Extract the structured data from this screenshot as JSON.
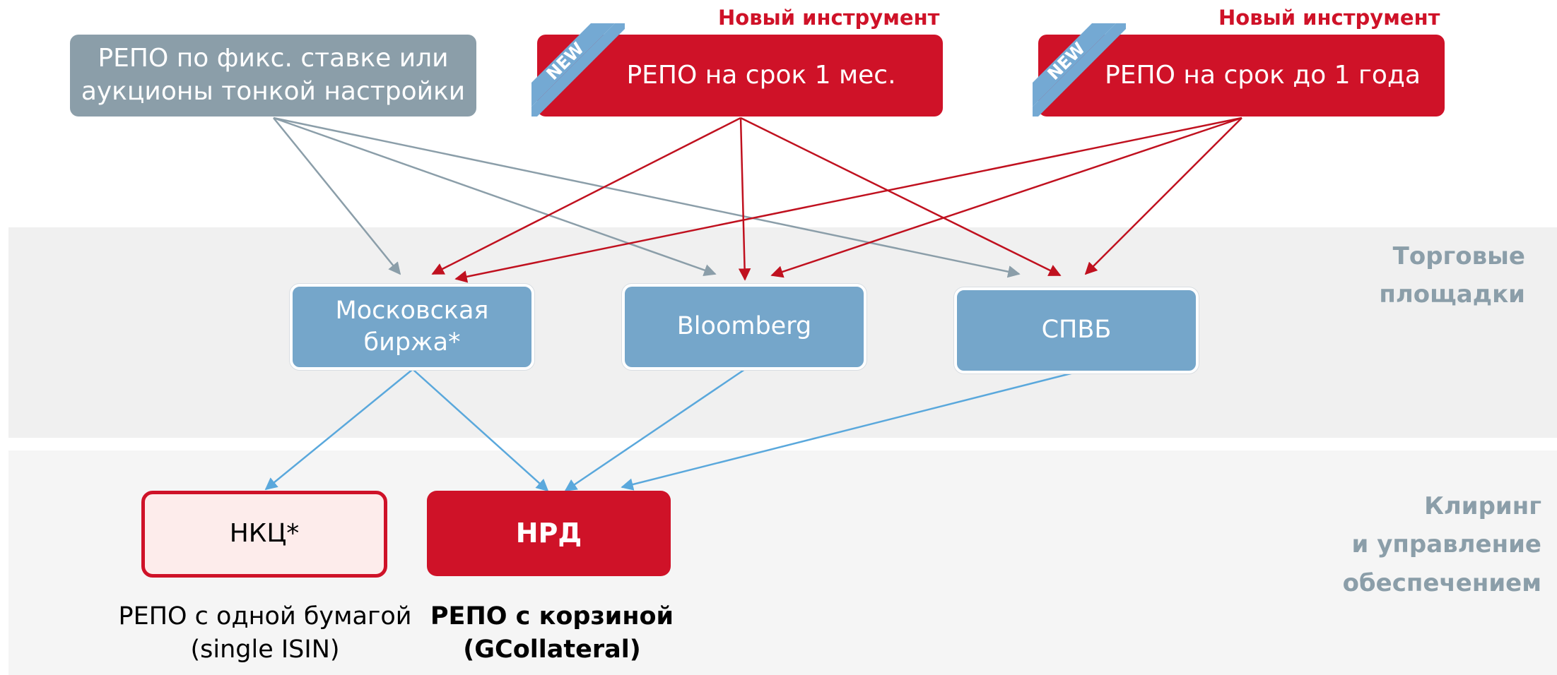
{
  "instruments": {
    "fixed": {
      "line1": "РЕПО по фикс. ставке или",
      "line2": "аукционы тонкой настройки"
    },
    "one_month": {
      "label": "РЕПО на срок 1 мес.",
      "new_label": "Новый инструмент",
      "badge": "NEW"
    },
    "one_year": {
      "label": "РЕПО на срок до 1 года",
      "new_label": "Новый инструмент",
      "badge": "NEW"
    }
  },
  "trading": {
    "section_label": "Торговые\nплощадки",
    "moex": {
      "line1": "Московская",
      "line2": "биржа*"
    },
    "bloomberg": "Bloomberg",
    "spvb": "СПВБ"
  },
  "clearing": {
    "section_label": "Клиринг\nи управление\nобеспечением",
    "nkc": "НКЦ*",
    "nrd": "НРД",
    "nkc_caption": {
      "line1": "РЕПО с одной бумагой",
      "line2": "(single ISIN)"
    },
    "nrd_caption": {
      "line1": "РЕПО с корзиной",
      "line2": "(GCollateral)"
    }
  },
  "colors": {
    "red": "#cf1228",
    "gray": "#8b9ea9",
    "blue_box": "#75a6ca",
    "blue_arrow": "#5aa8dc",
    "badge_blue": "#74a9d3"
  }
}
